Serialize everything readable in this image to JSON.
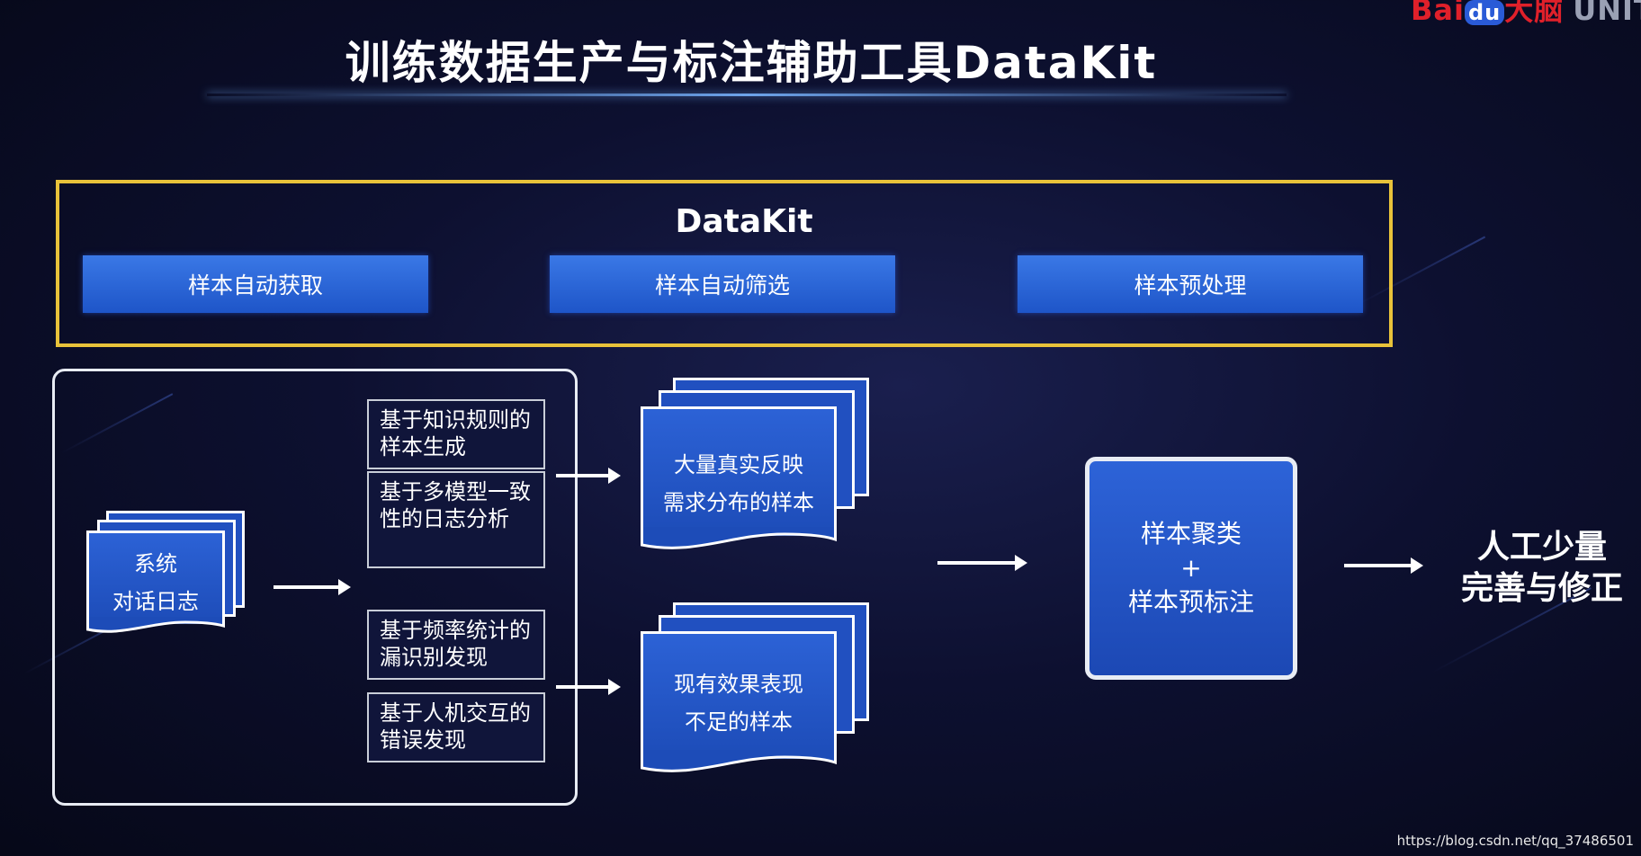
{
  "title": "训练数据生产与标注辅助工具DataKit",
  "logo": {
    "brand": "Bai",
    "du": "du",
    "cn": "大脑",
    "product": "UNIT"
  },
  "datakit": {
    "label": "DataKit",
    "modules": [
      "样本自动获取",
      "样本自动筛选",
      "样本预处理"
    ]
  },
  "source_doc": {
    "line1": "系统",
    "line2": "对话日志"
  },
  "methods": [
    "基于知识规则的样本生成",
    "基于多模型一致性的日志分析",
    "基于频率统计的漏识别发现",
    "基于人机交互的错误发现"
  ],
  "sample_docs": [
    {
      "line1": "大量真实反映",
      "line2": "需求分布的样本"
    },
    {
      "line1": "现有效果表现",
      "line2": "不足的样本"
    }
  ],
  "cluster": {
    "line1": "样本聚类",
    "plus": "+",
    "line2": "样本预标注"
  },
  "final": {
    "line1": "人工少量",
    "line2": "完善与修正"
  },
  "watermark": "https://blog.csdn.net/qq_37486501",
  "colors": {
    "accent_box": "#e8c23a",
    "module_blue": "#2a63d8",
    "background": "#0d1030"
  }
}
